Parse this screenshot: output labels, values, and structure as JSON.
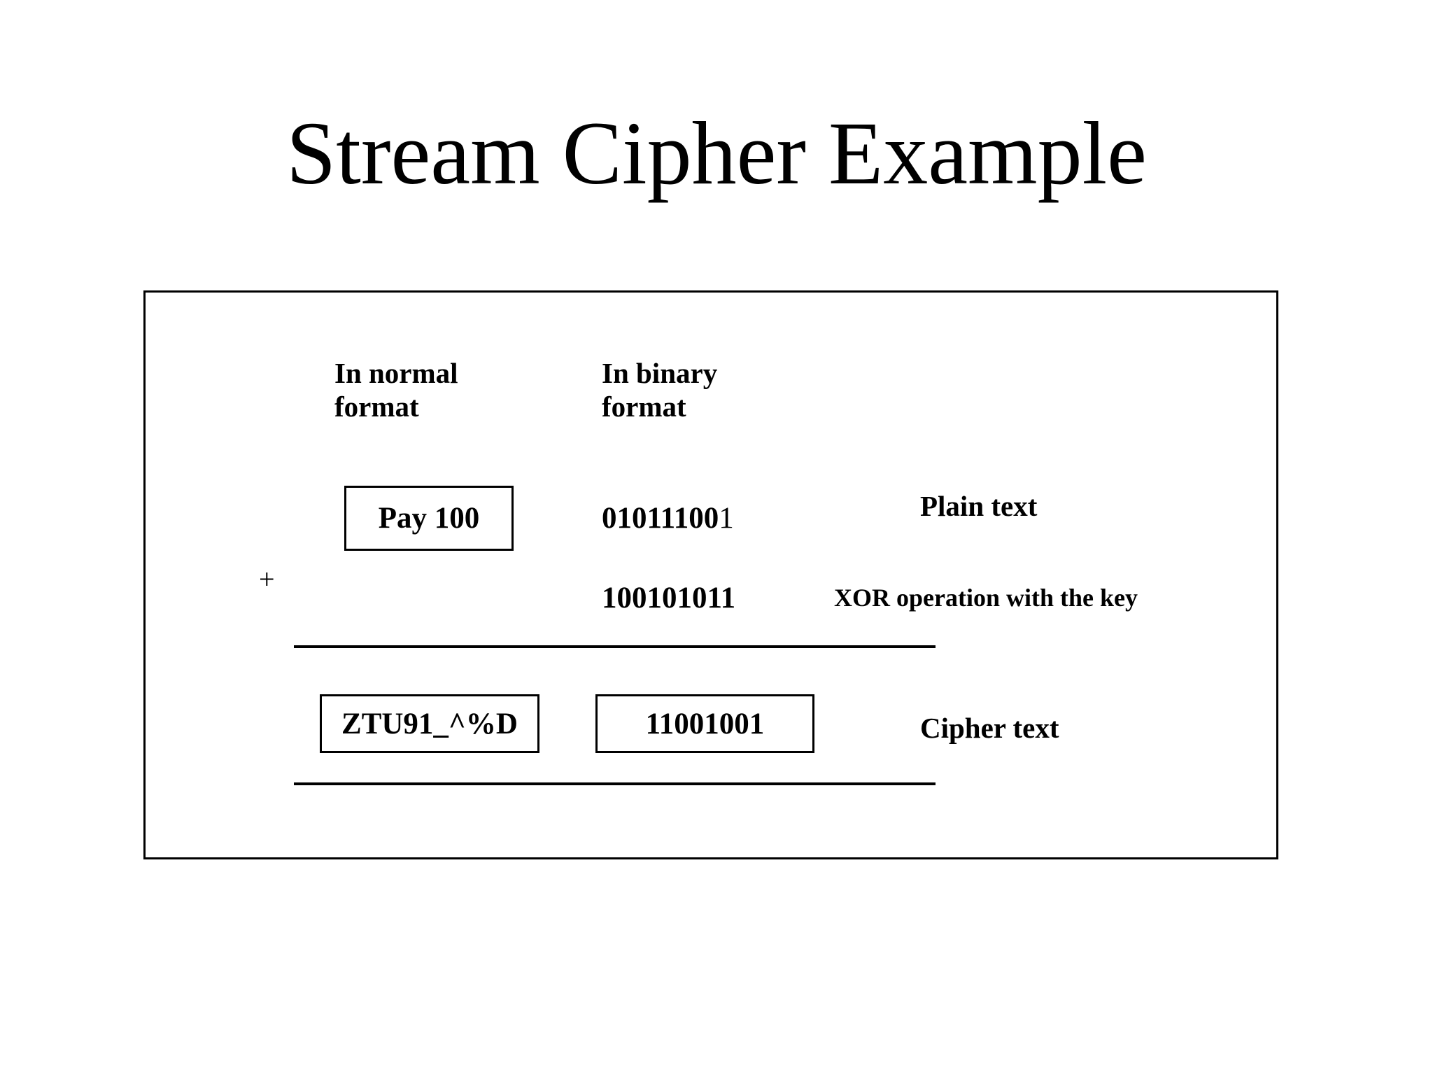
{
  "slide": {
    "title": "Stream Cipher Example",
    "background_color": "#ffffff",
    "text_color": "#000000",
    "border_color": "#000000"
  },
  "diagram": {
    "column_headers": {
      "normal": "In normal\nformat",
      "binary": "In binary\nformat"
    },
    "operator": "+",
    "rows": {
      "plain_text": {
        "normal_format": "Pay 100",
        "binary_format_bold": "01011100",
        "binary_format_trailing": "1",
        "binary_format_full": "010111001",
        "annotation": "Plain text"
      },
      "key": {
        "binary_format": "100101011",
        "annotation": "XOR operation with the key"
      },
      "cipher_text": {
        "normal_format": "ZTU91_^%D",
        "binary_format": "11001001",
        "annotation": "Cipher text"
      }
    }
  }
}
